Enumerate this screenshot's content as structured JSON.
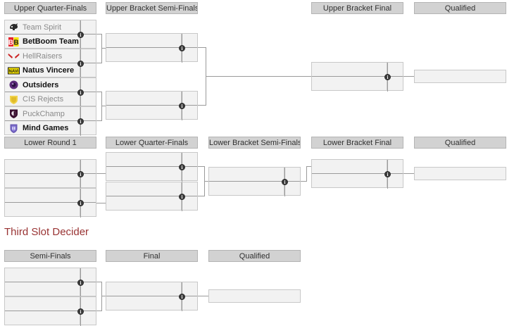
{
  "upper_bracket": {
    "headers": [
      {
        "label": "Upper Quarter-Finals"
      },
      {
        "label": "Upper Bracket Semi-Finals"
      },
      {
        "label": "Upper Bracket Final"
      },
      {
        "label": "Qualified"
      }
    ],
    "quarter_finals": [
      {
        "top": {
          "team": "Team Spirit",
          "logo": "team-spirit-logo",
          "state": "loss",
          "score": ""
        },
        "bottom": {
          "team": "BetBoom Team",
          "logo": "betboom-logo",
          "state": "win",
          "score": ""
        }
      },
      {
        "top": {
          "team": "HellRaisers",
          "logo": "hellraisers-logo",
          "state": "loss",
          "score": ""
        },
        "bottom": {
          "team": "Natus Vincere",
          "logo": "navi-logo",
          "state": "win",
          "score": ""
        }
      },
      {
        "top": {
          "team": "Outsiders",
          "logo": "outsiders-logo",
          "state": "win",
          "score": ""
        },
        "bottom": {
          "team": "CIS Rejects",
          "logo": "cis-rejects-logo",
          "state": "loss",
          "score": ""
        }
      },
      {
        "top": {
          "team": "PuckChamp",
          "logo": "puckchamp-logo",
          "state": "loss",
          "score": ""
        },
        "bottom": {
          "team": "Mind Games",
          "logo": "mind-games-logo",
          "state": "win",
          "score": ""
        }
      }
    ],
    "semi_finals": [
      {
        "top": {
          "team": "",
          "state": "tbd",
          "score": ""
        },
        "bottom": {
          "team": "",
          "state": "tbd",
          "score": ""
        }
      },
      {
        "top": {
          "team": "",
          "state": "tbd",
          "score": ""
        },
        "bottom": {
          "team": "",
          "state": "tbd",
          "score": ""
        }
      }
    ],
    "final": {
      "top": {
        "team": "",
        "state": "tbd",
        "score": ""
      },
      "bottom": {
        "team": "",
        "state": "tbd",
        "score": ""
      }
    },
    "qualified": {
      "team": "",
      "state": "tbd"
    }
  },
  "lower_bracket": {
    "headers": [
      {
        "label": "Lower Round 1"
      },
      {
        "label": "Lower Quarter-Finals"
      },
      {
        "label": "Lower Bracket Semi-Finals"
      },
      {
        "label": "Lower Bracket Final"
      },
      {
        "label": "Qualified"
      }
    ],
    "round1": [
      {
        "top": {
          "team": "",
          "state": "tbd",
          "score": ""
        },
        "bottom": {
          "team": "",
          "state": "tbd",
          "score": ""
        }
      },
      {
        "top": {
          "team": "",
          "state": "tbd",
          "score": ""
        },
        "bottom": {
          "team": "",
          "state": "tbd",
          "score": ""
        }
      }
    ],
    "quarter_finals": [
      {
        "top": {
          "team": "",
          "state": "tbd",
          "score": ""
        },
        "bottom": {
          "team": "",
          "state": "tbd",
          "score": ""
        }
      },
      {
        "top": {
          "team": "",
          "state": "tbd",
          "score": ""
        },
        "bottom": {
          "team": "",
          "state": "tbd",
          "score": ""
        }
      }
    ],
    "semi_final": {
      "top": {
        "team": "",
        "state": "tbd",
        "score": ""
      },
      "bottom": {
        "team": "",
        "state": "tbd",
        "score": ""
      }
    },
    "final": {
      "top": {
        "team": "",
        "state": "tbd",
        "score": ""
      },
      "bottom": {
        "team": "",
        "state": "tbd",
        "score": ""
      }
    },
    "qualified": {
      "team": "",
      "state": "tbd"
    }
  },
  "third_slot_decider": {
    "title": "Third Slot Decider",
    "headers": [
      {
        "label": "Semi-Finals"
      },
      {
        "label": "Final"
      },
      {
        "label": "Qualified"
      }
    ],
    "semi_finals": [
      {
        "top": {
          "team": "",
          "state": "tbd",
          "score": ""
        },
        "bottom": {
          "team": "",
          "state": "tbd",
          "score": ""
        }
      },
      {
        "top": {
          "team": "",
          "state": "tbd",
          "score": ""
        },
        "bottom": {
          "team": "",
          "state": "tbd",
          "score": ""
        }
      }
    ],
    "final": {
      "top": {
        "team": "",
        "state": "tbd",
        "score": ""
      },
      "bottom": {
        "team": "",
        "state": "tbd",
        "score": ""
      }
    },
    "qualified": {
      "team": "",
      "state": "tbd"
    }
  },
  "icons": {
    "info": "i",
    "info_label": "match-info-icon"
  },
  "colors": {
    "header_bg": "#d2d2d2",
    "header_border": "#b4b4b4",
    "match_bg": "#f2f2f2",
    "match_border": "#c8c8c8",
    "line": "#9a9a9a",
    "section_title": "#993333",
    "winner_text": "#111111",
    "loser_text": "#8a8a8a"
  }
}
